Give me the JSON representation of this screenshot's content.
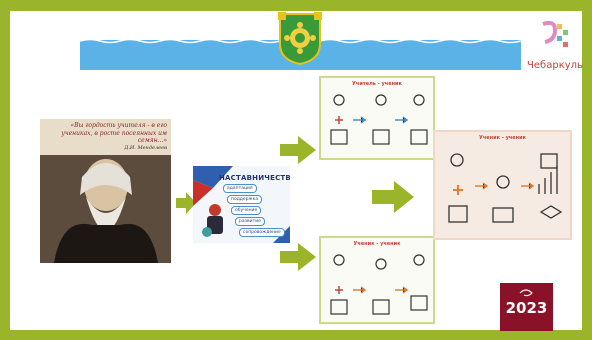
{
  "brand": {
    "name": "Чебаркуль"
  },
  "quote": {
    "text": "«Вы гордость учителя - в его учениках, в росте посеянных им семян...»",
    "author": "Д.И. Менделеев"
  },
  "poster": {
    "title": "НАСТАВНИЧЕСТВО",
    "items": [
      "адаптация",
      "поддержка",
      "обучение",
      "развитие",
      "сопровождение"
    ]
  },
  "cards": {
    "top": {
      "title": "Учитель - ученик"
    },
    "bottom": {
      "title": "Ученик - ученик"
    },
    "right": {
      "title": "Ученик - ученик"
    }
  },
  "badge": {
    "year": "2023"
  },
  "colors": {
    "frame": "#9ab52a",
    "arrow": "#9ab52a",
    "banner": "#5ab2e6",
    "badge": "#8a1228"
  }
}
